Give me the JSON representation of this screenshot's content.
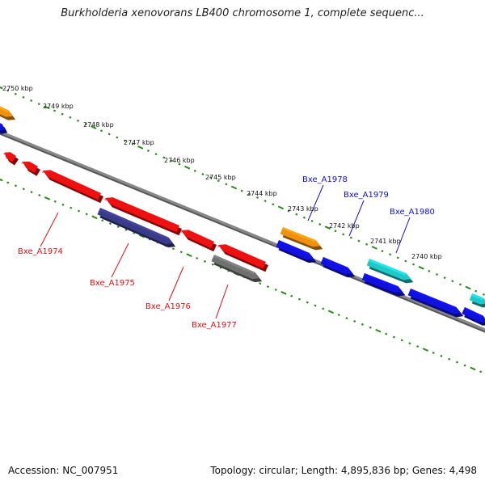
{
  "title": "Burkholderia xenovorans LB400 chromosome 1, complete sequenc...",
  "ruler_labels": [
    "2750 kbp",
    "2749 kbp",
    "2748 kbp",
    "2747 kbp",
    "2746 kbp",
    "2745 kbp",
    "2744 kbp",
    "2743 kbp",
    "2742 kbp",
    "2741 kbp",
    "2740 kbp"
  ],
  "gene_labels": {
    "reverse": [
      "Bxe_A1974",
      "Bxe_A1975",
      "Bxe_A1976",
      "Bxe_A1977"
    ],
    "forward": [
      "Bxe_A1978",
      "Bxe_A1979",
      "Bxe_A1980"
    ]
  },
  "colors": {
    "backbone": "#888888",
    "tick": "#2a8a1a",
    "forward_gene": "#1010e0",
    "reverse_gene": "#ee1111",
    "orange_gene": "#f09010",
    "purple_gene": "#3a3a88",
    "gray_gene": "#707070",
    "cyan_gene": "#20c8c8",
    "forward_label": "#1010cc",
    "reverse_label": "#dd1111"
  },
  "footer": {
    "accession": "Accession: NC_007951",
    "summary": "Topology: circular; Length: 4,895,836 bp; Genes: 4,498"
  }
}
